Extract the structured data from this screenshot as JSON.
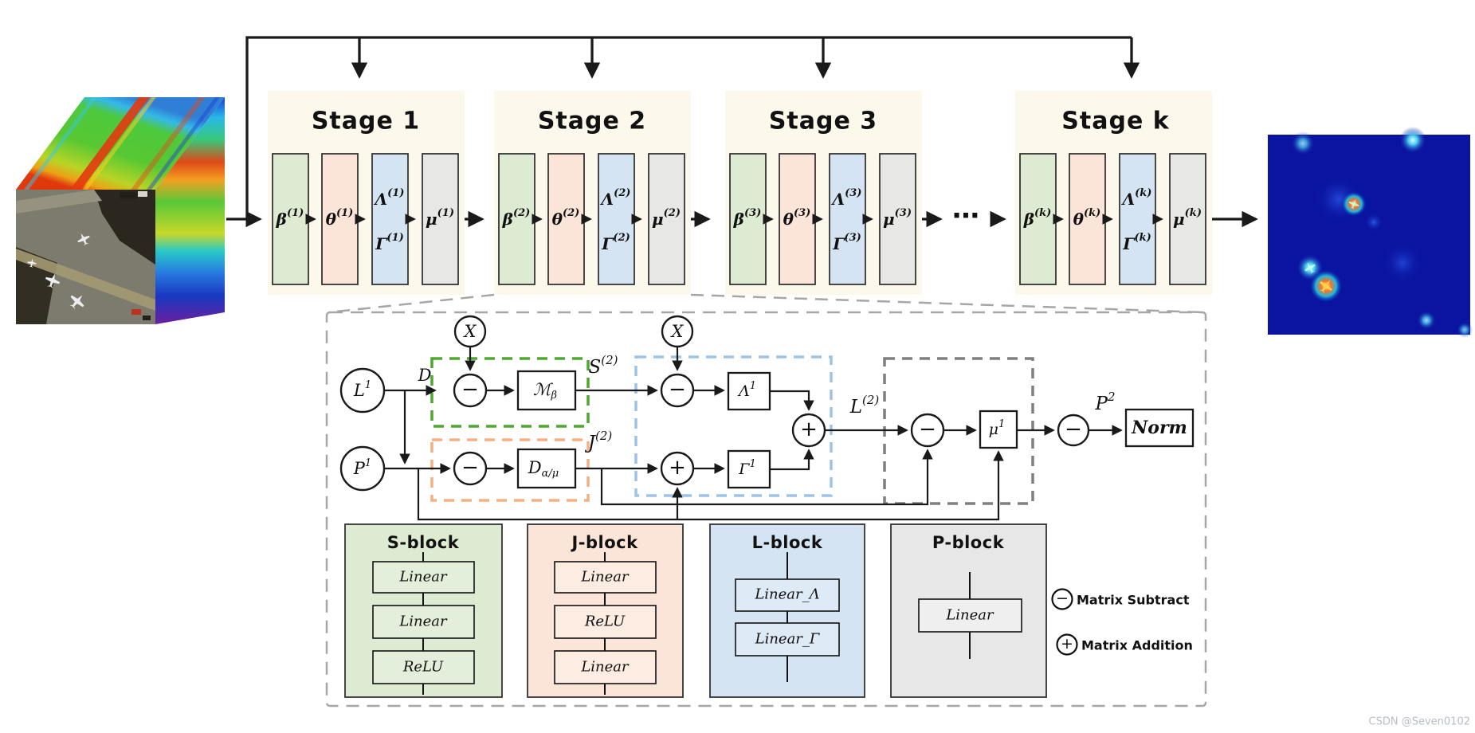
{
  "colors": {
    "stage_panel": "#fdf8ec",
    "bar_green": "#dcebd1",
    "bar_peach": "#fbe5d8",
    "bar_blue": "#d5e4f2",
    "bar_gray": "#e7e7e5",
    "dashed_green": "#4ea72e",
    "dashed_orange": "#f4b183",
    "dashed_blue": "#9dc3e6",
    "dashed_gray": "#7f7f7f",
    "detail_bg": "#f6f6f6",
    "detection_bg": "#0a14a0"
  },
  "pipeline": {
    "stages": [
      {
        "title": "Stage 1",
        "beta": "β",
        "beta_sup": "(1)",
        "theta": "θ",
        "theta_sup": "(1)",
        "lambda": "Λ",
        "lambda_sup": "(1)",
        "gamma": "Γ",
        "gamma_sup": "(1)",
        "mu": "μ",
        "mu_sup": "(1)"
      },
      {
        "title": "Stage 2",
        "beta": "β",
        "beta_sup": "(2)",
        "theta": "θ",
        "theta_sup": "(2)",
        "lambda": "Λ",
        "lambda_sup": "(2)",
        "gamma": "Γ",
        "gamma_sup": "(2)",
        "mu": "μ",
        "mu_sup": "(2)"
      },
      {
        "title": "Stage 3",
        "beta": "β",
        "beta_sup": "(3)",
        "theta": "θ",
        "theta_sup": "(3)",
        "lambda": "Λ",
        "lambda_sup": "(3)",
        "gamma": "Γ",
        "gamma_sup": "(3)",
        "mu": "μ",
        "mu_sup": "(3)"
      },
      {
        "title": "Stage k",
        "beta": "β",
        "beta_sup": "(k)",
        "theta": "θ",
        "theta_sup": "(k)",
        "lambda": "Λ",
        "lambda_sup": "(k)",
        "gamma": "Γ",
        "gamma_sup": "(k)",
        "mu": "μ",
        "mu_sup": "(k)"
      }
    ],
    "ellipsis": "⋯"
  },
  "detail": {
    "x_label": "X",
    "l1": "L",
    "l1_sup": "1",
    "p1": "P",
    "p1_sup": "1",
    "d_label": "D",
    "m_block": "ℳ",
    "m_block_sub": "β",
    "d_block": "D",
    "d_block_sub": "α/μ",
    "s2": "S",
    "s2_sup": "(2)",
    "j2": "J",
    "j2_sup": "(2)",
    "l2": "L",
    "l2_sup": "(2)",
    "p2": "P",
    "p2_sup": "2",
    "lambda1": "Λ",
    "lambda1_sup": "1",
    "gamma1": "Γ",
    "gamma1_sup": "1",
    "mu1": "μ",
    "mu1_sup": "1",
    "norm": "Norm",
    "minus": "−",
    "plus": "+"
  },
  "blocks": [
    {
      "title": "S-block",
      "layers": [
        "Linear",
        "Linear",
        "ReLU"
      ]
    },
    {
      "title": "J-block",
      "layers": [
        "Linear",
        "ReLU",
        "Linear"
      ]
    },
    {
      "title": "L-block",
      "layers": [
        "Linear_Λ",
        "Linear_Γ"
      ]
    },
    {
      "title": "P-block",
      "layers": [
        "Linear"
      ]
    }
  ],
  "legend": [
    {
      "symbol": "−",
      "label": "Matrix Subtract"
    },
    {
      "symbol": "+",
      "label": "Matrix Addition"
    }
  ],
  "watermark": "CSDN @Seven0102"
}
